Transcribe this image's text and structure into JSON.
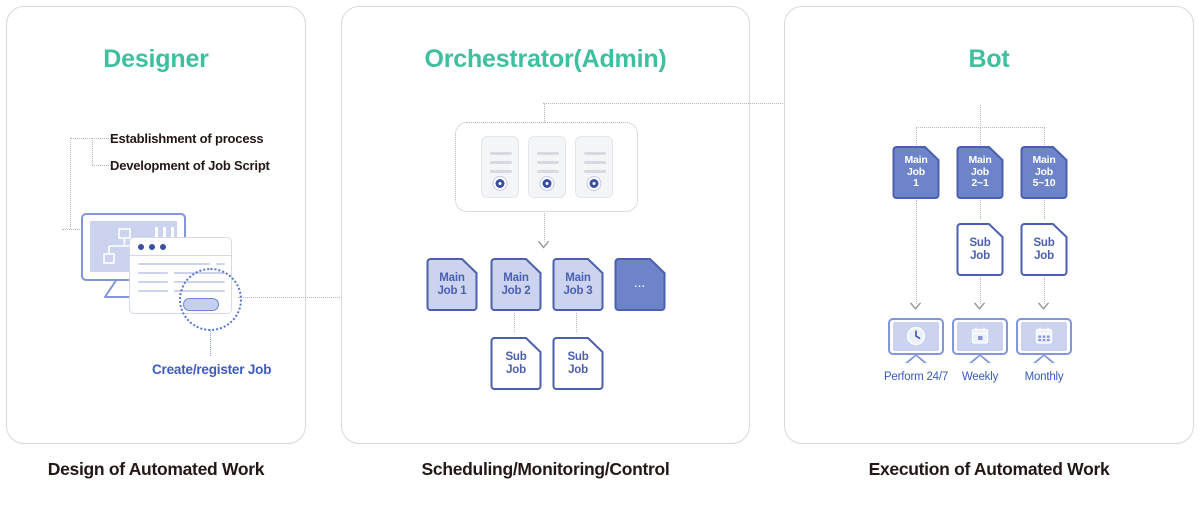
{
  "diagram": {
    "accent_title_color": "#3dbfa0",
    "caption_color": "#231815",
    "job_light_fill": "#ccd3ef",
    "job_solid_fill": "#6d84c9",
    "job_border": "#4a5fae",
    "connector_color": "#b6b6b6"
  },
  "panels": {
    "designer": {
      "title": "Designer",
      "caption": "Design of Automated Work",
      "bullets": [
        "Establishment of process",
        "Development of Job Script"
      ],
      "callout_label": "Create/register Job",
      "illustration_icons": {
        "monitor": "monitor-icon",
        "flowchart": "flowchart-icon",
        "window": "browser-window-icon",
        "button": "submit-button-icon",
        "highlight": "dotted-highlight-circle-icon"
      }
    },
    "orchestrator": {
      "title": "Orchestrator(Admin)",
      "caption": "Scheduling/Monitoring/Control",
      "servers": [
        {
          "name": "server-1"
        },
        {
          "name": "server-2"
        },
        {
          "name": "server-3"
        }
      ],
      "main_jobs": [
        {
          "label": "Main\nJob 1",
          "style": "light"
        },
        {
          "label": "Main\nJob 2",
          "style": "light"
        },
        {
          "label": "Main\nJob 3",
          "style": "light"
        },
        {
          "label": "...",
          "style": "solid"
        }
      ],
      "sub_jobs": [
        {
          "label": "Sub\nJob",
          "style": "white"
        },
        {
          "label": "Sub\nJob",
          "style": "white"
        }
      ]
    },
    "bot": {
      "title": "Bot",
      "caption": "Execution of Automated Work",
      "main_jobs": [
        {
          "label": "Main\nJob\n1",
          "style": "solid"
        },
        {
          "label": "Main\nJob\n2~1",
          "style": "solid"
        },
        {
          "label": "Main\nJob\n5~10",
          "style": "solid"
        }
      ],
      "sub_jobs": [
        {
          "label": "Sub\nJob",
          "style": "white"
        },
        {
          "label": "Sub\nJob",
          "style": "white"
        }
      ],
      "outputs": [
        {
          "label": "Perform 24/7",
          "icon": "clock-icon"
        },
        {
          "label": "Weekly",
          "icon": "calendar-week-icon"
        },
        {
          "label": "Monthly",
          "icon": "calendar-month-icon"
        }
      ]
    }
  }
}
